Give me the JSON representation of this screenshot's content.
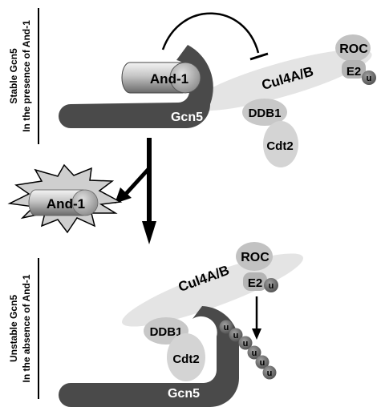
{
  "top_panel": {
    "side_label_line1": "Stable Gcn5",
    "side_label_line2": "In the presence of And-1",
    "and1": "And-1",
    "gcn5": "Gcn5",
    "cul4": "Cul4A/B",
    "roc": "ROC",
    "e2": "E2",
    "ub": "u",
    "ddb1": "DDB1",
    "cdt2": "Cdt2"
  },
  "released": {
    "and1": "And-1"
  },
  "bottom_panel": {
    "side_label_line1": "Unstable Gcn5",
    "side_label_line2": "In the absence of And-1",
    "cul4": "Cul4A/B",
    "roc": "ROC",
    "e2": "E2",
    "ub": "u",
    "ddb1": "DDB1",
    "cdt2": "Cdt2",
    "gcn5": "Gcn5",
    "ub_chain": [
      "u",
      "u",
      "u",
      "u",
      "u",
      "u"
    ]
  },
  "colors": {
    "gcn5_dark": "#4a4a4a",
    "light_gray": "#d2d2d2",
    "mid_gray": "#a8a8a8",
    "ub_dark": "#6e6e6e",
    "line": "#000000"
  }
}
